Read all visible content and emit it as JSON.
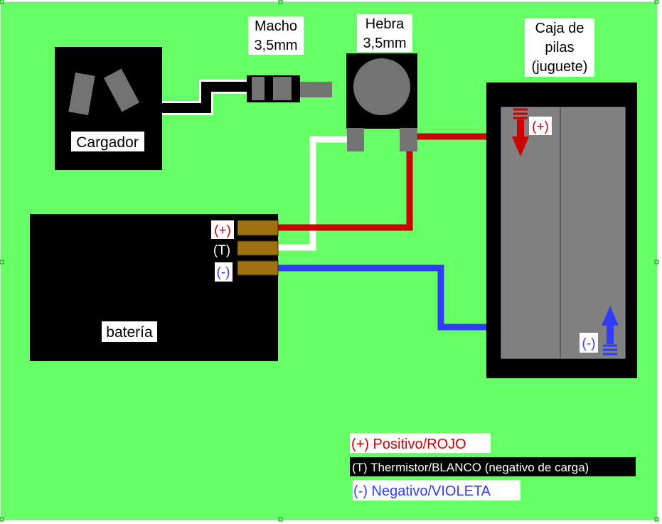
{
  "colors": {
    "background": "#66ff66",
    "block": "#000000",
    "positive": "#cc0000",
    "negative": "#2f3cff",
    "thermistor": "#ffffff",
    "terminal": "#a0720f",
    "part_gray": "#737373",
    "cell_gray": "#808080"
  },
  "labels": {
    "macho_line1": "Macho",
    "macho_line2": "3,5mm",
    "hebra_line1": "Hebra",
    "hebra_line2": "3,5mm",
    "caja_line1": "Caja de",
    "caja_line2": "pilas",
    "caja_line3": "(juguete)",
    "cargador": "Cargador",
    "bateria": "batería",
    "batt_plus": "(+)",
    "batt_t": "(T)",
    "batt_minus": "(-)",
    "box_plus": "(+)",
    "box_minus": "(-)"
  },
  "legend": {
    "positive": "(+) Positivo/ROJO",
    "thermistor": "(T) Thermistor/BLANCO (negativo de carga)",
    "negative": "(-) Negativo/VIOLETA"
  },
  "icons": {
    "charger_prongs": "plug-prong-icon",
    "jack_socket": "round-socket-icon",
    "arrow_plus": "arrow-down-icon",
    "arrow_minus": "arrow-up-icon"
  }
}
